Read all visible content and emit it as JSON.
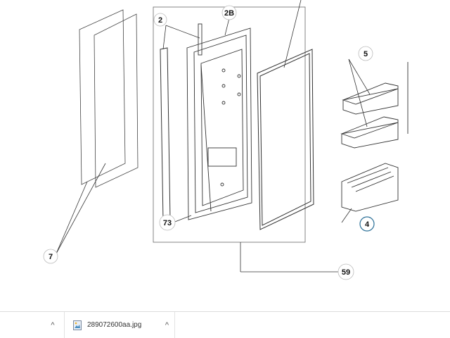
{
  "diagram": {
    "callouts": {
      "c2": "2",
      "c2b": "2B",
      "c5": "5",
      "c4": "4",
      "c7": "7",
      "c73": "73",
      "c59": "59"
    }
  },
  "download_bar": {
    "file_name": "289072600aa.jpg",
    "up_arrow": "^",
    "menu_arrow": "^"
  },
  "colors": {
    "line": "#333333",
    "accent_callout": "#2a6f97",
    "bar_border": "#dcdcdc"
  }
}
